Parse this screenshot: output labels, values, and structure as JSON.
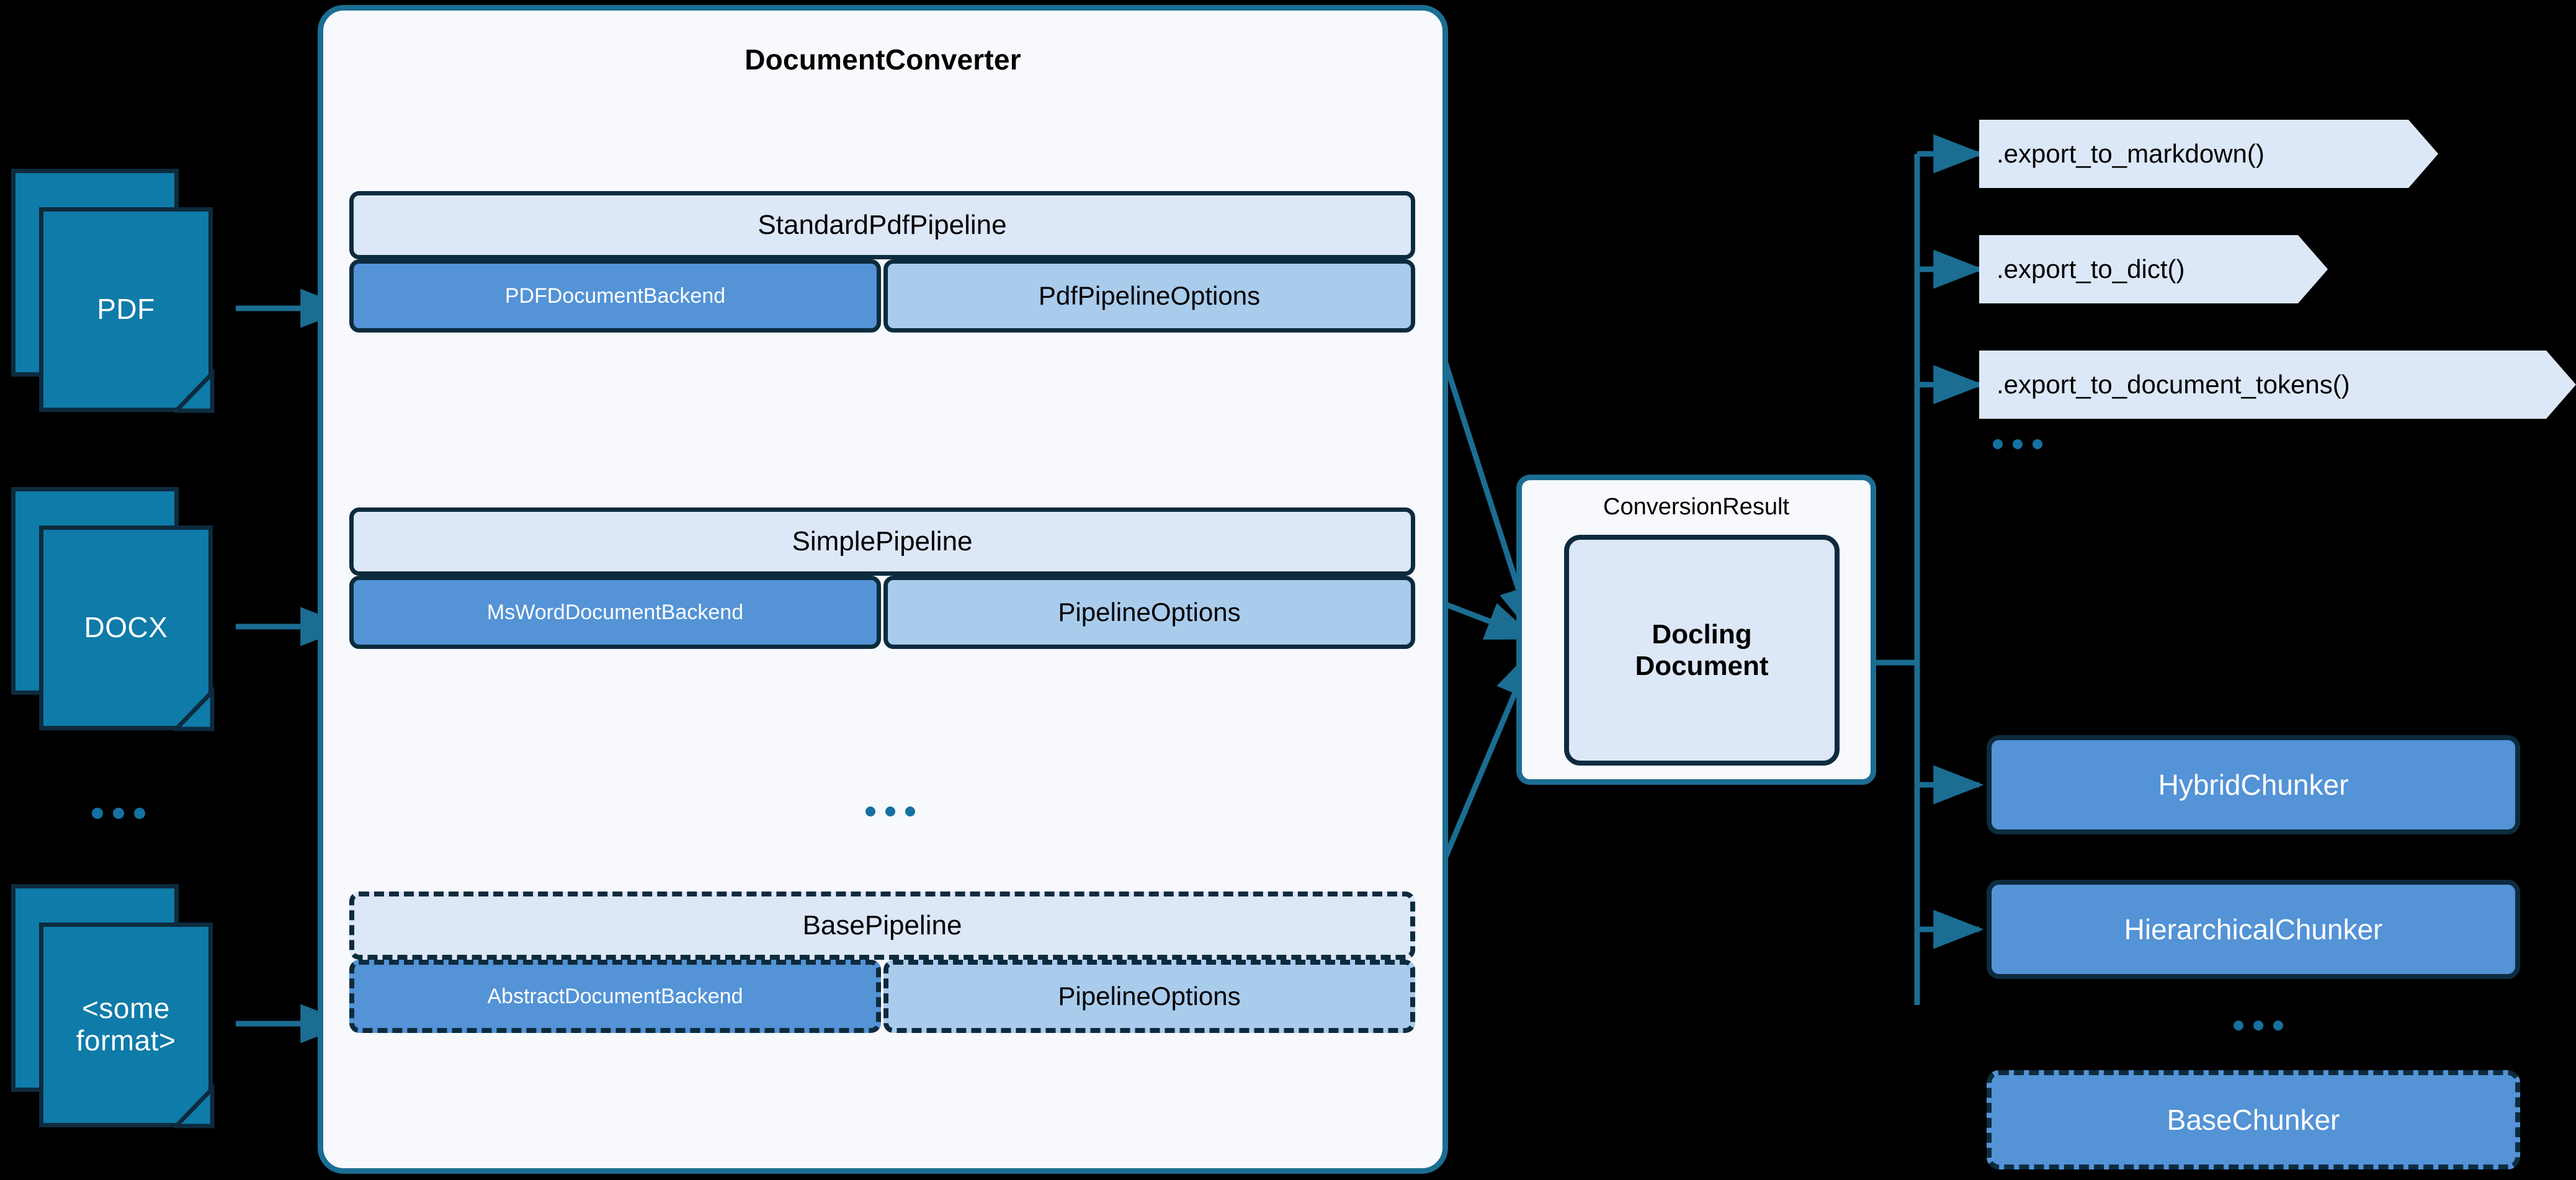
{
  "colors": {
    "background": "#000000",
    "doc_icon_fill": "#0F7BA8",
    "doc_icon_border": "#0D2B3E",
    "container_fill": "#F7F9FD",
    "container_border": "#1B6D92",
    "pipeline_head_fill": "#DCE7F8",
    "backend_fill": "#5393D6",
    "options_fill": "#A9CBEC",
    "box_border": "#0D2B3E",
    "chevron_fill": "#DCE8F7",
    "chunker_fill": "#5393D6",
    "connector": "#1B6D92",
    "dots": "#1571A0"
  },
  "inputs": {
    "items": [
      {
        "label": "PDF"
      },
      {
        "label": "DOCX"
      },
      {
        "label": "<some\nformat>"
      }
    ],
    "ellipsis": "..."
  },
  "converter": {
    "title": "DocumentConverter",
    "ellipsis": "...",
    "pipelines": [
      {
        "name": "StandardPdfPipeline",
        "backend": "PDFDocumentBackend",
        "options": "PdfPipelineOptions",
        "dashed": false
      },
      {
        "name": "SimplePipeline",
        "backend": "MsWordDocumentBackend",
        "options": "PipelineOptions",
        "dashed": false
      },
      {
        "name": "BasePipeline",
        "backend": "AbstractDocumentBackend",
        "options": "PipelineOptions",
        "dashed": true
      }
    ]
  },
  "conversion_result": {
    "label": "ConversionResult",
    "document": "Docling\nDocument"
  },
  "exports": {
    "items": [
      {
        "label": ".export_to_markdown()"
      },
      {
        "label": ".export_to_dict()"
      },
      {
        "label": ".export_to_document_tokens()"
      }
    ],
    "ellipsis": "..."
  },
  "chunkers": {
    "items": [
      {
        "label": "HybridChunker",
        "dashed": false
      },
      {
        "label": "HierarchicalChunker",
        "dashed": false
      },
      {
        "label": "BaseChunker",
        "dashed": true
      }
    ],
    "ellipsis": "..."
  }
}
